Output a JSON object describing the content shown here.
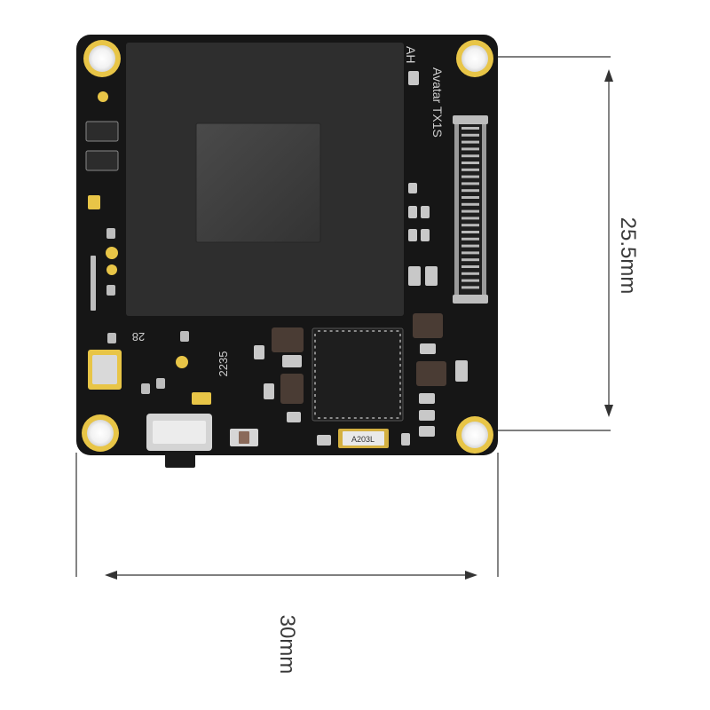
{
  "board": {
    "silkscreen_model": "Avatar TX1S",
    "silkscreen_ah": "AH",
    "silkscreen_28": "28",
    "silkscreen_date": "2235",
    "chip_marking": "A203L",
    "colors": {
      "pcb": "#161616",
      "shield": "#2e2e2e",
      "die": "#3e3e3e",
      "gold": "#e8c547",
      "component": "#4a3c34",
      "silver": "#c8c8c8"
    }
  },
  "dimensions": {
    "height_label": "25.5mm",
    "width_label": "30mm",
    "line_color": "#333333"
  }
}
